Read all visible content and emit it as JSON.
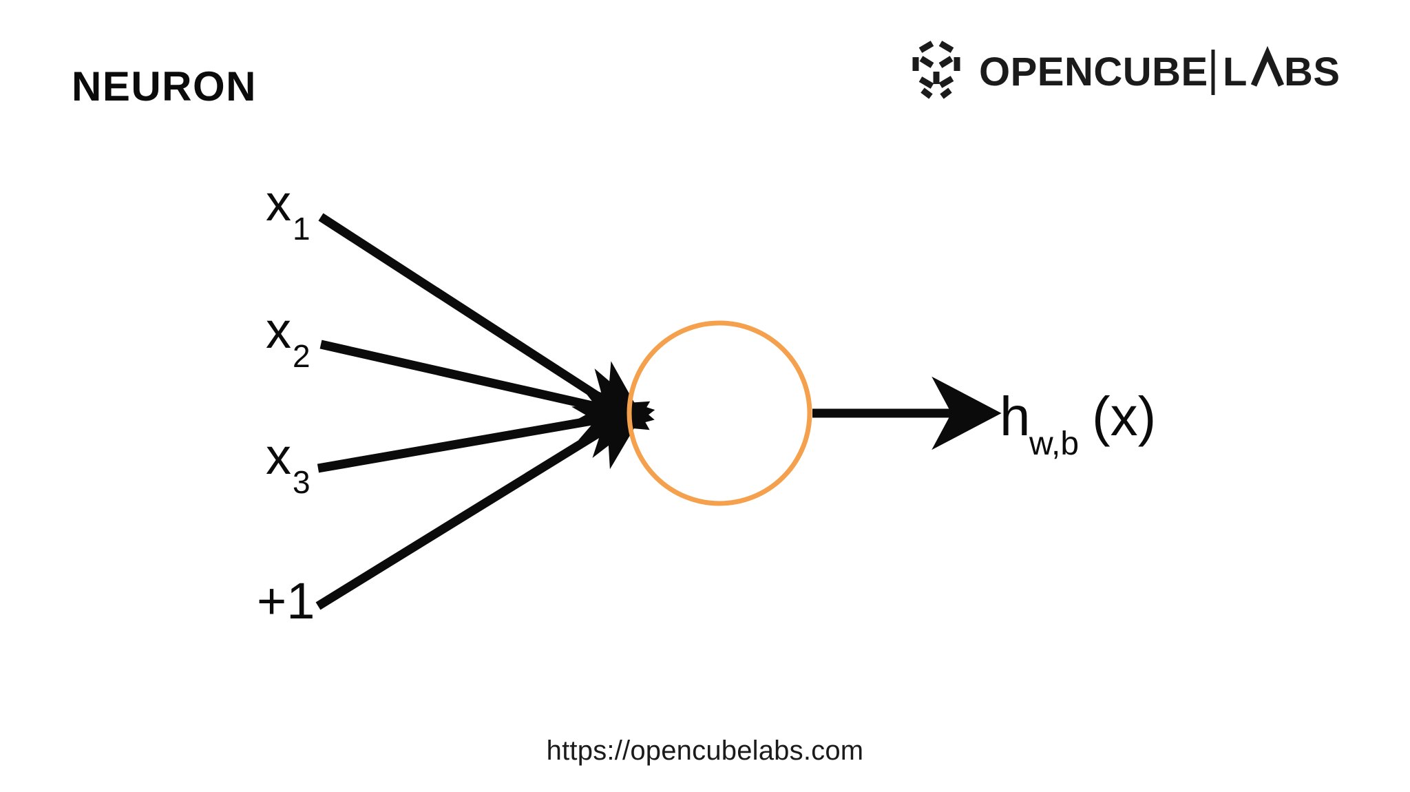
{
  "header": {
    "title": "NEURON",
    "logo": {
      "mark_name": "opencube-cube-icon",
      "word_primary": "OPENCUBE",
      "divider": "|",
      "word_secondary": "LABS"
    }
  },
  "diagram": {
    "type": "neuron-schematic",
    "description": "Single artificial neuron with three inputs plus a bias, summing node, and one output.",
    "inputs": [
      {
        "label": "x",
        "subscript": "1",
        "name": "input-x1"
      },
      {
        "label": "x",
        "subscript": "2",
        "name": "input-x2"
      },
      {
        "label": "x",
        "subscript": "3",
        "name": "input-x3"
      },
      {
        "label": "+1",
        "subscript": "",
        "name": "input-bias"
      }
    ],
    "node": {
      "name": "neuron-body",
      "shape": "circle",
      "fill": "none",
      "stroke": "#F4A04C",
      "stroke_width": 7
    },
    "output": {
      "label_base": "h",
      "label_subscript": "w,b",
      "label_tail": "(x)",
      "name": "output-hwb-x"
    },
    "colors": {
      "accent_orange": "#F4A04C",
      "ink_black": "#0b0b0b",
      "background": "#ffffff"
    }
  },
  "footer": {
    "url": "https://opencubelabs.com"
  }
}
